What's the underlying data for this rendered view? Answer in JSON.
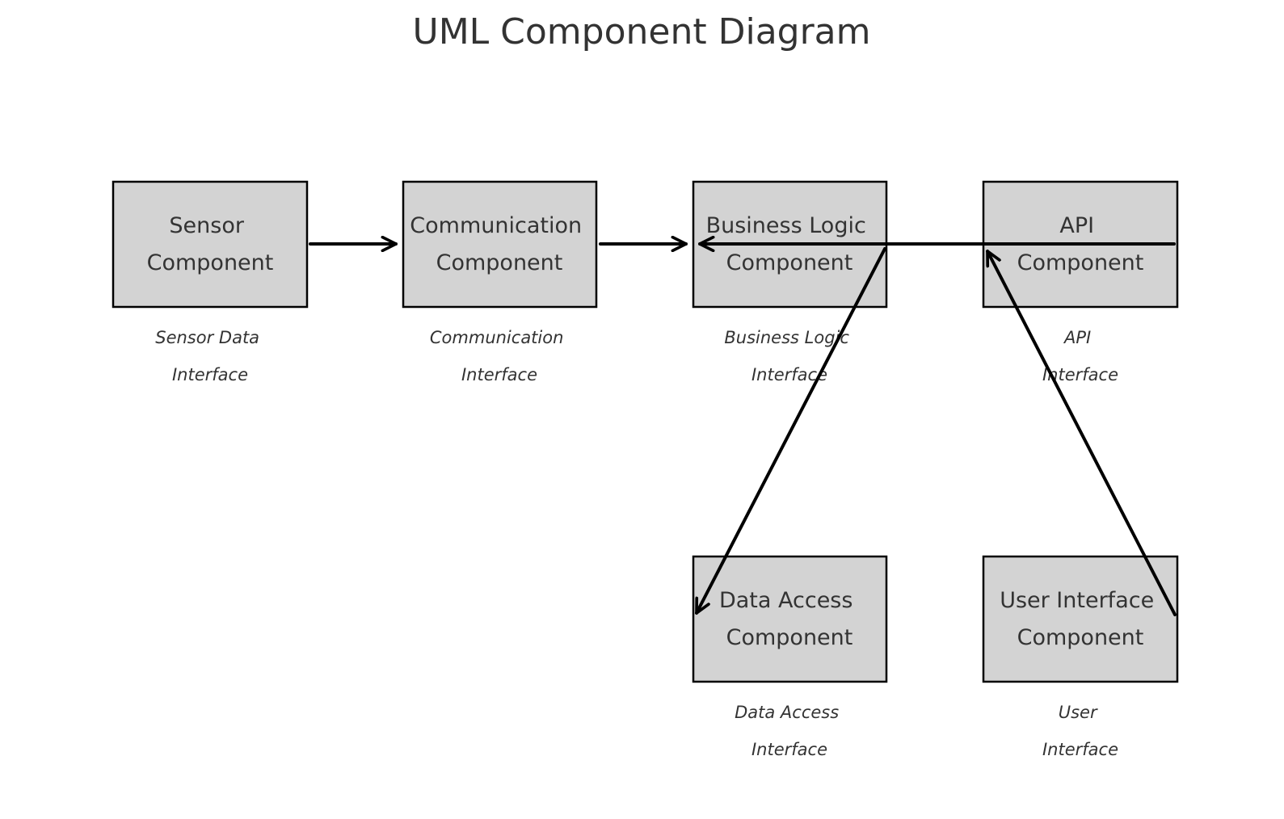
{
  "title": "UML Component Diagram",
  "components": [
    {
      "id": "sensor",
      "name": [
        "Sensor",
        "Component"
      ],
      "interface": [
        "Sensor Data",
        "Interface"
      ]
    },
    {
      "id": "communication",
      "name": [
        "Communication",
        "Component"
      ],
      "interface": [
        "Communication",
        "Interface"
      ]
    },
    {
      "id": "business-logic",
      "name": [
        "Business Logic",
        "Component"
      ],
      "interface": [
        "Business Logic",
        "Interface"
      ]
    },
    {
      "id": "api",
      "name": [
        "API",
        "Component"
      ],
      "interface": [
        "API",
        "Interface"
      ]
    },
    {
      "id": "data-access",
      "name": [
        "Data Access",
        "Component"
      ],
      "interface": [
        "Data Access",
        "Interface"
      ]
    },
    {
      "id": "user-interface",
      "name": [
        "User Interface",
        "Component"
      ],
      "interface": [
        "User",
        "Interface"
      ]
    }
  ],
  "connections": [
    {
      "from": "sensor",
      "to": "communication"
    },
    {
      "from": "communication",
      "to": "business-logic"
    },
    {
      "from": "api",
      "to": "business-logic"
    },
    {
      "from": "business-logic",
      "to": "data-access"
    },
    {
      "from": "user-interface",
      "to": "api"
    }
  ],
  "colors": {
    "box_fill": "#d3d3d3",
    "box_stroke": "#000000",
    "text": "#333333",
    "arrow": "#000000"
  }
}
